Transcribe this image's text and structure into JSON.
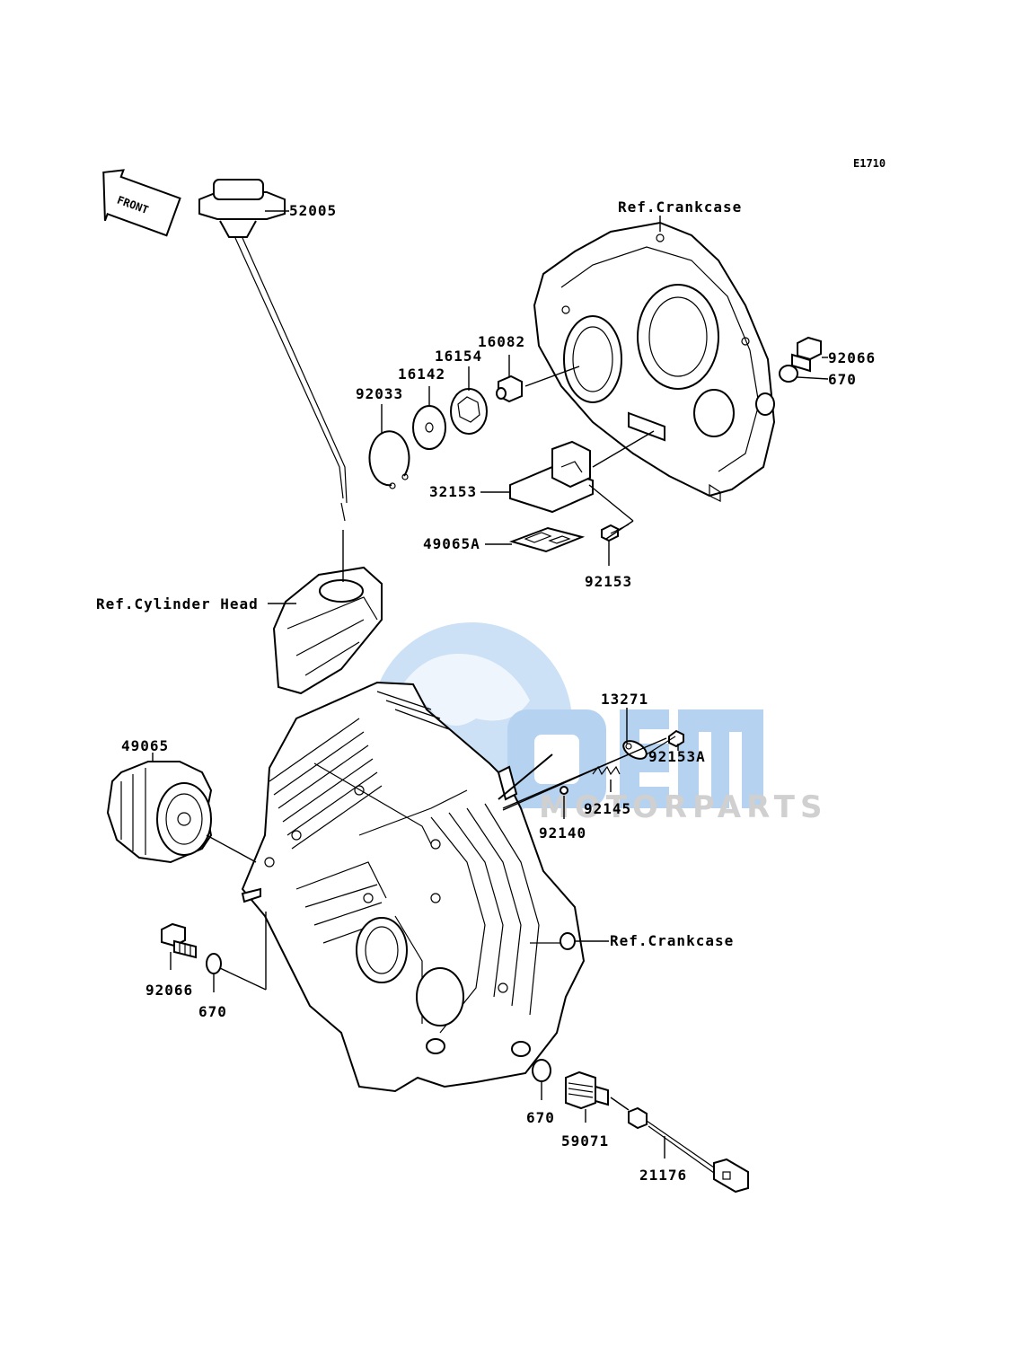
{
  "diagram_code": "E1710",
  "front_label": "FRONT",
  "watermark": {
    "brand": "OEM",
    "sub": "MOTORPARTS",
    "color": "#2e7fd6"
  },
  "refs": {
    "crankcase_top": "Ref.Crankcase",
    "cylinder_head": "Ref.Cylinder Head",
    "crankcase_bottom": "Ref.Crankcase"
  },
  "parts": [
    {
      "key": "p52005",
      "label": "52005"
    },
    {
      "key": "p92066_top",
      "label": "92066"
    },
    {
      "key": "p670_top",
      "label": "670"
    },
    {
      "key": "p16082",
      "label": "16082"
    },
    {
      "key": "p16154",
      "label": "16154"
    },
    {
      "key": "p16142",
      "label": "16142"
    },
    {
      "key": "p92033",
      "label": "92033"
    },
    {
      "key": "p32153",
      "label": "32153"
    },
    {
      "key": "p49065A",
      "label": "49065A"
    },
    {
      "key": "p92153",
      "label": "92153"
    },
    {
      "key": "p13271",
      "label": "13271"
    },
    {
      "key": "p92153A",
      "label": "92153A"
    },
    {
      "key": "p92145",
      "label": "92145"
    },
    {
      "key": "p92140",
      "label": "92140"
    },
    {
      "key": "p49065",
      "label": "49065"
    },
    {
      "key": "p92066_bot",
      "label": "92066"
    },
    {
      "key": "p670_left",
      "label": "670"
    },
    {
      "key": "p670_bot",
      "label": "670"
    },
    {
      "key": "p59071",
      "label": "59071"
    },
    {
      "key": "p21176",
      "label": "21176"
    }
  ]
}
